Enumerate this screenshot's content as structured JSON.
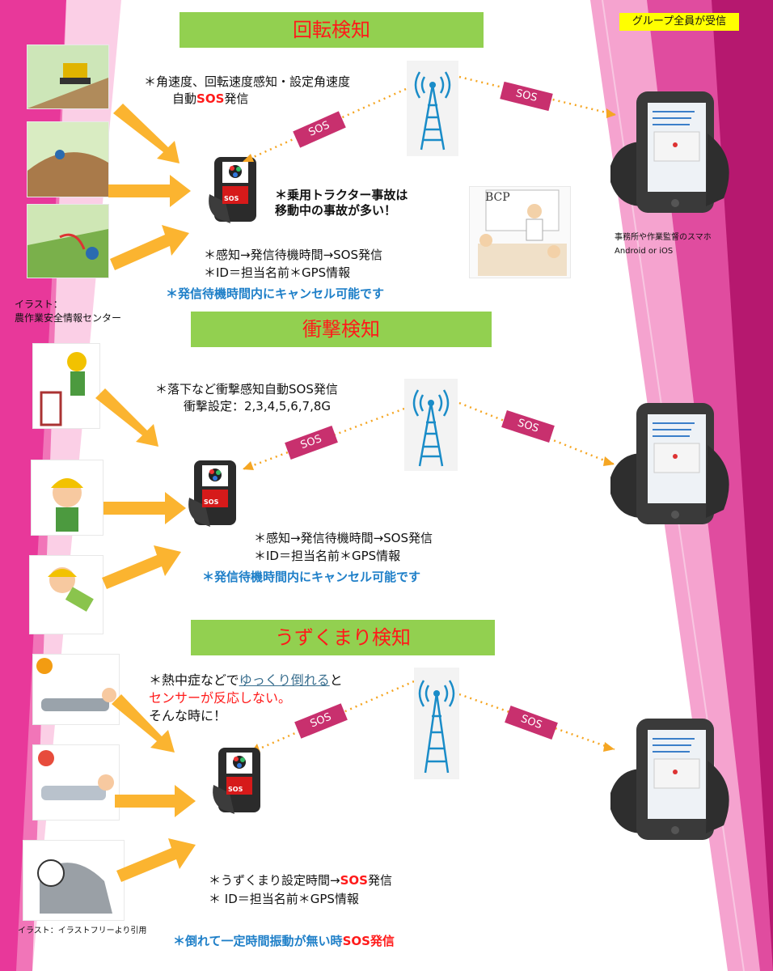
{
  "header": {
    "group_badge": "グループ全員が受信"
  },
  "receiver": {
    "line1": "事務所や作業監督のスマホ",
    "line2": "Android or iOS"
  },
  "sections": [
    {
      "title": "回転検知",
      "desc1": "＊角速度、回転速度感知・設定角速度",
      "desc2_pre": "自動",
      "desc2_red": "SOS",
      "desc2_post": "発信",
      "accident_note": "＊乗用トラクター事故は\n移動中の事故が多い！",
      "flow1": "＊感知→発信待機時間→SOS発信",
      "flow2": "＊ID＝担当名前＊GPS情報",
      "cancel_note": "＊発信待機時間内にキャンセル可能です",
      "sos_label": "SOS"
    },
    {
      "title": "衝撃検知",
      "desc1": "＊落下など衝撃感知自動SOS発信",
      "desc2": "衝撃設定：2,3,4,5,6,7,8G",
      "flow1": "＊感知→発信待機時間→SOS発信",
      "flow2": "＊ID＝担当名前＊GPS情報",
      "cancel_note": "＊発信待機時間内にキャンセル可能です",
      "sos_label": "SOS"
    },
    {
      "title": "うずくまり検知",
      "desc1_pre": "＊熱中症などで",
      "desc1_link": "ゆっくり倒れる",
      "desc1_post": "と",
      "desc2_red": "センサーが反応しない。",
      "desc3": "そんな時に！",
      "flow1_pre": "＊うずくまり設定時間→",
      "flow1_red": "SOS",
      "flow1_post": "発信",
      "flow2": "＊ ID＝担当名前＊GPS情報",
      "footer_pre": "＊倒れて一定時間振動が無い時",
      "footer_red": "SOS発信",
      "sos_label": "SOS"
    }
  ],
  "credits": {
    "illust1_line1": "イラスト：",
    "illust1_line2": "農作業安全情報センター",
    "illust2": "イラスト：イラストフリーより引用"
  },
  "device": {
    "screen_label": "SOS"
  },
  "whiteboard": {
    "text": "BCP"
  },
  "colors": {
    "banner_bg": "#92d050",
    "banner_text": "#ff1a1a",
    "sos_tag": "#c8306e",
    "note_blue": "#1e7fc8",
    "arrow": "#fbb430",
    "pink_bg": "#e8389a"
  }
}
